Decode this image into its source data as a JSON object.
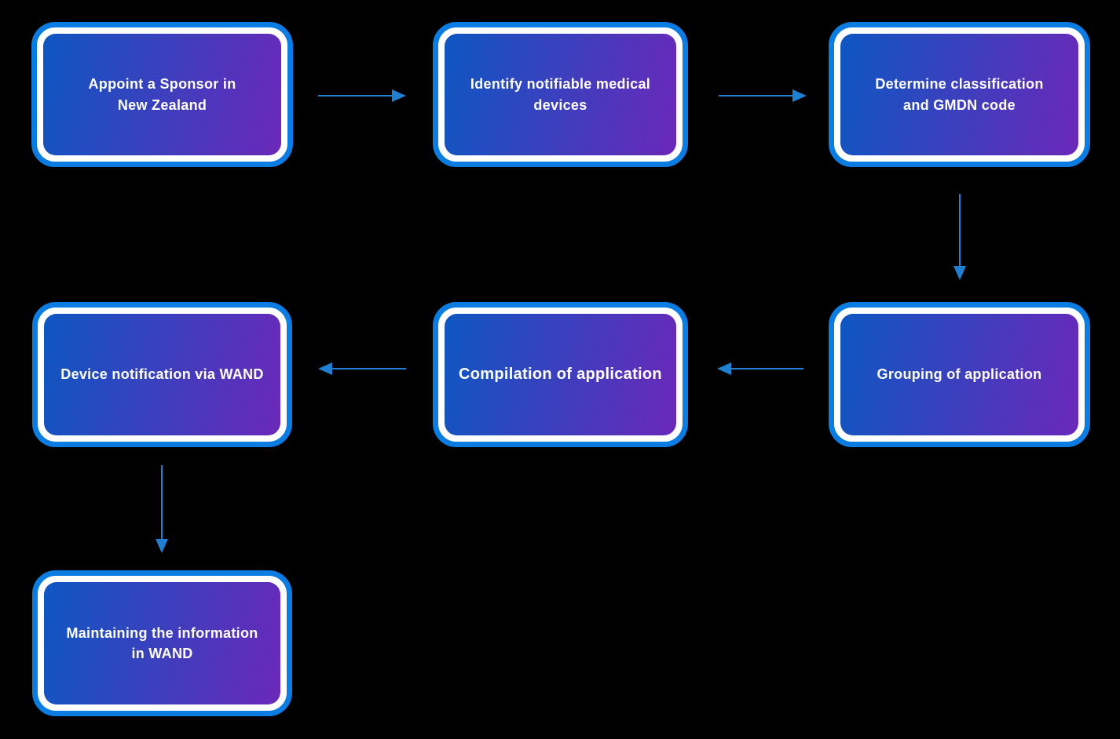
{
  "diagram": {
    "type": "flowchart",
    "colors": {
      "background": "#000000",
      "box_border": "#0b7ce1",
      "box_grad_start": "#0e57c2",
      "box_grad_end": "#6b28b9",
      "arrow": "#1f80d1",
      "text": "#ffffff"
    },
    "nodes": [
      {
        "id": "appoint-sponsor",
        "label": "Appoint a Sponsor in\nNew Zealand"
      },
      {
        "id": "identify-devices",
        "label": "Identify notifiable medical\ndevices"
      },
      {
        "id": "determine-classification",
        "label": "Determine classification\nand GMDN code"
      },
      {
        "id": "grouping-application",
        "label": "Grouping of application"
      },
      {
        "id": "compilation-application",
        "label": "Compilation of application"
      },
      {
        "id": "device-notification",
        "label": "Device notification via WAND"
      },
      {
        "id": "maintaining-information",
        "label": "Maintaining the information\nin WAND"
      }
    ],
    "arrows": [
      {
        "from": "appoint-sponsor",
        "to": "identify-devices"
      },
      {
        "from": "identify-devices",
        "to": "determine-classification"
      },
      {
        "from": "determine-classification",
        "to": "grouping-application"
      },
      {
        "from": "grouping-application",
        "to": "compilation-application"
      },
      {
        "from": "compilation-application",
        "to": "device-notification"
      },
      {
        "from": "device-notification",
        "to": "maintaining-information"
      }
    ]
  }
}
